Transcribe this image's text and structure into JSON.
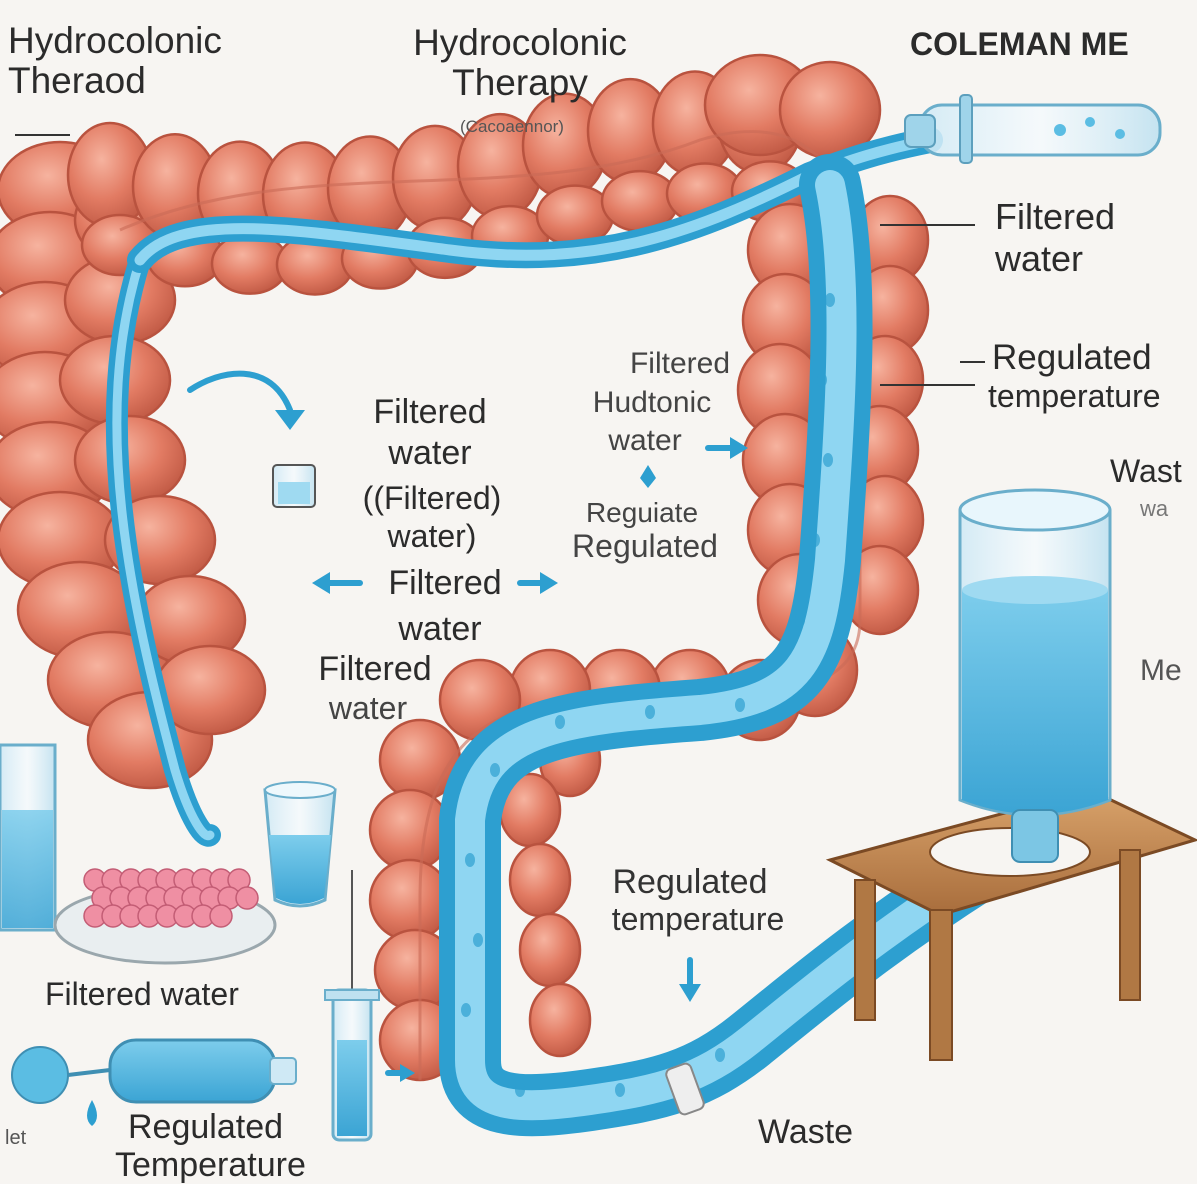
{
  "labels": {
    "title_left_1": "Hydrocolonic",
    "title_left_2": "Theraod",
    "title_center_1": "Hydrocolonic",
    "title_center_2": "Therapy",
    "title_center_sub": "(Cacoaennor)",
    "title_right": "COLEMAN ME",
    "right_filtered_1": "Filtered",
    "right_filtered_2": "water",
    "right_regulated_1": "Regulated",
    "right_regulated_2": "temperature",
    "waste_right_1": "Wast",
    "waste_right_2": "wa",
    "waste_right_3": "Me",
    "center_filtered_1": "Filtered",
    "center_filtered_2": "water",
    "center_paren_1": "((Filtered)",
    "center_paren_2": "water)",
    "mid_filtered_1": "Filtered",
    "mid_filtered_2": "water",
    "low_filtered_1": "Filtered",
    "low_filtered_2": "water",
    "hud_1": "Filtered",
    "hud_2": "Hudtonic",
    "hud_3": "water",
    "reg_a": "Reguiate",
    "reg_b": "Regulated",
    "bottom_regulated_1": "Regulated",
    "bottom_regulated_2": "temperature",
    "bottom_left_filtered": "Filtered water",
    "bottom_left_regulated_1": "Regulated",
    "bottom_left_regulated_2": "Temperature",
    "waste_bottom": "Waste",
    "corner_mark": "let"
  },
  "colors": {
    "colon": "#e07a63",
    "colon_dark": "#b9533f",
    "colon_light": "#f2a48f",
    "water": "#5bbde3",
    "water_dark": "#2d9fd0",
    "background": "#f7f5f2"
  }
}
